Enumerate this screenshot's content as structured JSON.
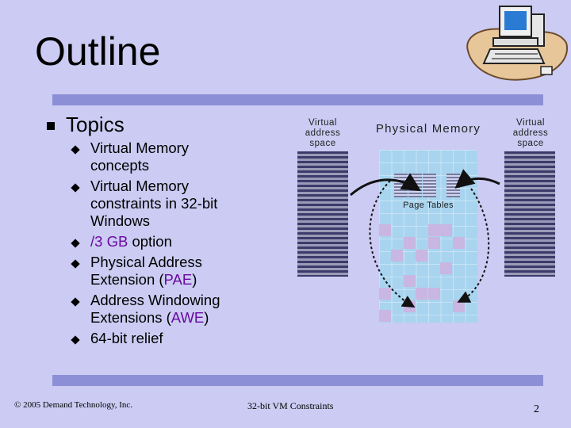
{
  "slide": {
    "title": "Outline",
    "topics_label": "Topics",
    "bullets": [
      {
        "pre": "Virtual Memory concepts",
        "hl": "",
        "post": ""
      },
      {
        "pre": "Virtual Memory constraints in 32-bit Windows",
        "hl": "",
        "post": ""
      },
      {
        "pre": "",
        "hl": "/3 GB",
        "post": " option"
      },
      {
        "pre": "Physical Address Extension (",
        "hl": "PAE",
        "post": ")"
      },
      {
        "pre": "Address Windowing Extensions (",
        "hl": "AWE",
        "post": ")"
      },
      {
        "pre": "64-bit relief",
        "hl": "",
        "post": ""
      }
    ],
    "footer_left": "© 2005 Demand Technology, Inc.",
    "footer_center": "32-bit VM Constraints",
    "page_number": "2"
  },
  "diagram": {
    "left_label": "Virtual address space",
    "right_label": "Virtual address space",
    "center_label": "Physical Memory",
    "page_tables_label": "Page Tables"
  },
  "colors": {
    "background": "#cbcbf3",
    "accent_bar": "#8d8fd6",
    "highlight": "#6a0aa0",
    "physical_memory": "#a8d4ef"
  },
  "icons": [
    "computer-clipart-icon",
    "square-bullet-icon",
    "diamond-bullet-icon",
    "curved-arrow-icon"
  ]
}
